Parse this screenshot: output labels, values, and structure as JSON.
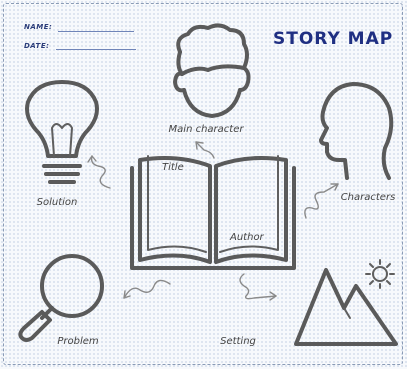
{
  "header": {
    "name_label": "NAME:",
    "date_label": "DATE:",
    "title": "STORY MAP"
  },
  "labels": {
    "main_character": "Main character",
    "characters": "Characters",
    "solution": "Solution",
    "problem": "Problem",
    "setting": "Setting"
  },
  "book": {
    "title_label": "Title",
    "author_label": "Author"
  },
  "colors": {
    "title": "#1f2f82",
    "ink": "#5a5a5a",
    "border": "#8a9bb6"
  },
  "icons": [
    "head-front-icon",
    "head-profile-icon",
    "lightbulb-icon",
    "open-book-icon",
    "magnifying-glass-icon",
    "mountains-icon",
    "sun-icon"
  ]
}
